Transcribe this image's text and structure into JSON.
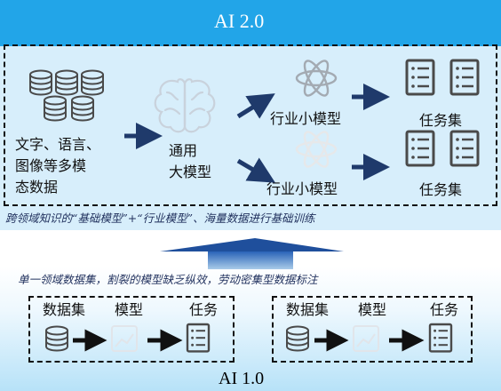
{
  "ai2": {
    "title": "AI 2.0",
    "source_label": "文字、语言、\n图像等多模\n态数据",
    "general_model_label": "通用\n大模型",
    "industry_model_label_1": "行业小模型",
    "industry_model_label_2": "行业小模型",
    "task_set_label_1": "任务集",
    "task_set_label_2": "任务集",
    "caption": "跨领域知识的“基础模型”+“行业模型”、海量数据进行基础训练"
  },
  "ai1": {
    "title": "AI 1.0",
    "caption": "单一领域数据集，割裂的模型缺乏纵效，劳动密集型数据标注",
    "left_group": {
      "dataset_label": "数据集",
      "model_label": "模型",
      "task_label": "任务"
    },
    "right_group": {
      "dataset_label": "数据集",
      "model_label": "模型",
      "task_label": "任务"
    }
  },
  "colors": {
    "top_header": "#22a5e8",
    "top_panel": "#d6effb",
    "bottom_gradient_start": "#aadcf6",
    "bottom_gradient_end": "#ffffff",
    "arrow": "#1f3a6b",
    "icon": "#4a4a4a"
  }
}
